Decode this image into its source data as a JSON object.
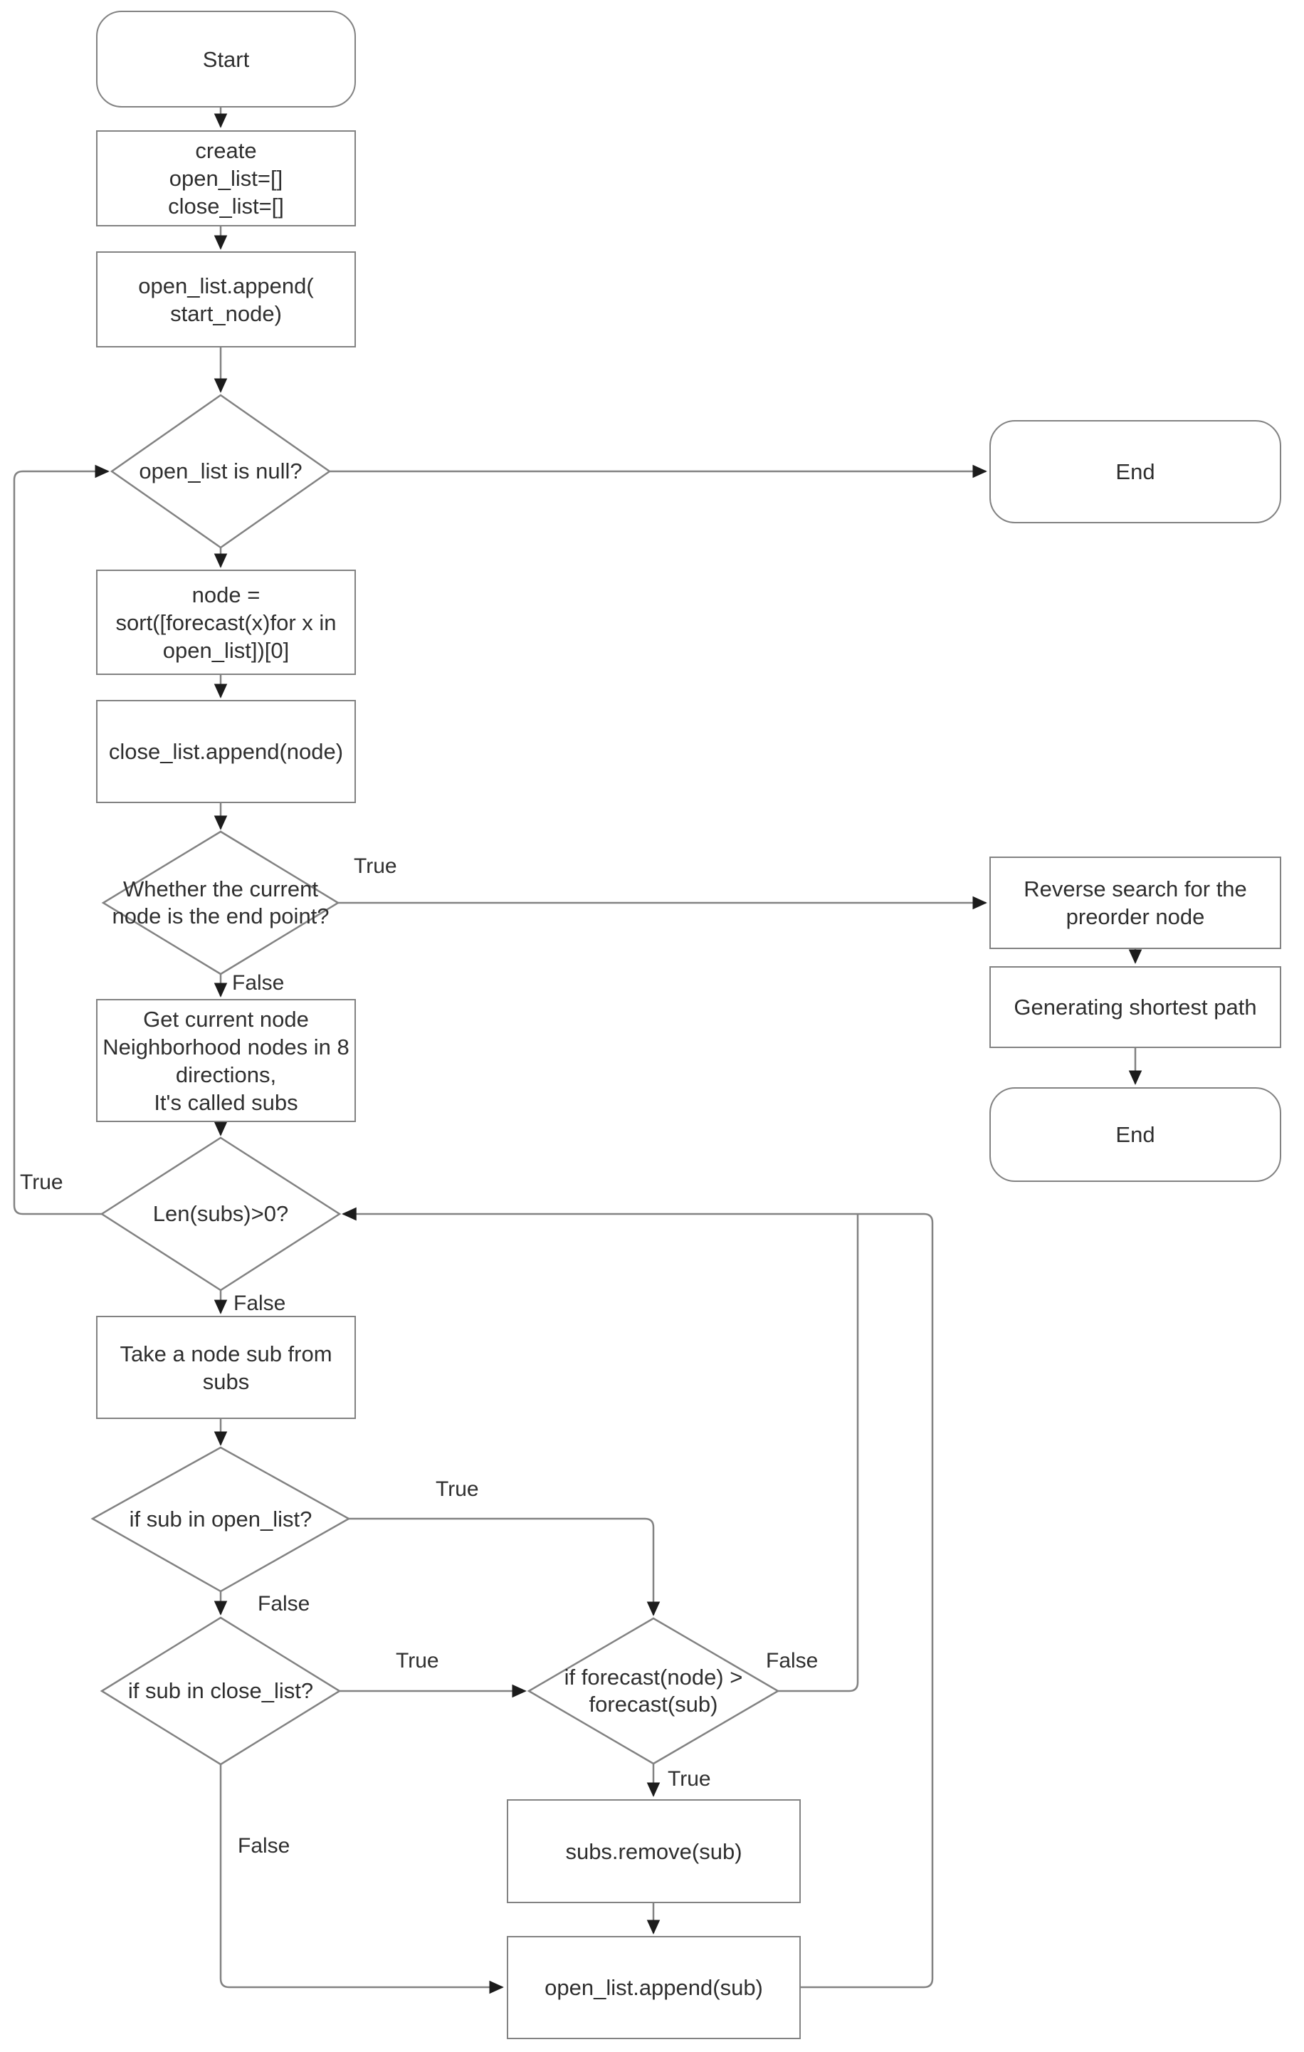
{
  "flowchart": {
    "nodes": {
      "start": {
        "label": "Start"
      },
      "create_lists": {
        "lines": [
          "create",
          "open_list=[]",
          "close_list=[]"
        ]
      },
      "append_start": {
        "lines": [
          "open_list.append(",
          "start_node)"
        ]
      },
      "open_list_null": {
        "label": "open_list is null?"
      },
      "end_top": {
        "label": "End"
      },
      "sort_forecast": {
        "lines": [
          "node =",
          "sort([forecast(x)for x in",
          "open_list])[0]"
        ]
      },
      "close_list_append": {
        "label": "close_list.append(node)"
      },
      "is_end_point": {
        "lines": [
          "Whether the current",
          "node is the end point?"
        ]
      },
      "reverse_search": {
        "lines": [
          "Reverse search for the",
          "preorder node"
        ]
      },
      "generate_path": {
        "label": "Generating shortest path"
      },
      "end_bottom": {
        "label": "End"
      },
      "get_neighbors": {
        "lines": [
          "Get current node",
          "Neighborhood nodes in 8",
          "directions,",
          "It's called subs"
        ]
      },
      "len_subs": {
        "label": "Len(subs)>0?"
      },
      "take_sub": {
        "lines": [
          "Take a node sub from",
          "subs"
        ]
      },
      "sub_in_open": {
        "label": "if sub in open_list?"
      },
      "sub_in_close": {
        "label": "if sub in close_list?"
      },
      "forecast_compare": {
        "lines": [
          "if forecast(node) >",
          "forecast(sub)"
        ]
      },
      "subs_remove": {
        "label": "subs.remove(sub)"
      },
      "append_sub": {
        "label": "open_list.append(sub)"
      }
    },
    "edge_labels": {
      "is_end_true": "True",
      "is_end_false": "False",
      "len_true": "True",
      "len_false": "False",
      "open_true": "True",
      "open_false": "False",
      "close_true": "True",
      "close_false": "False",
      "forecast_true": "True",
      "forecast_false": "False"
    },
    "colors": {
      "line": "#828282",
      "text": "#2f2f2f",
      "arrow": "#1c1c1c",
      "background": "#ffffff"
    }
  }
}
